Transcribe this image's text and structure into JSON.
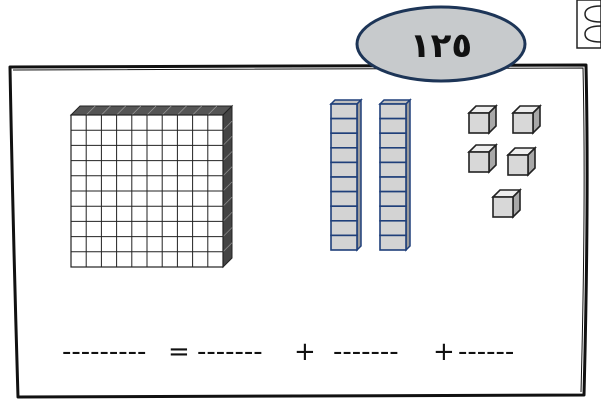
{
  "title_number": "١٢٥",
  "equation": {
    "blank_total": "---------",
    "equals": "=",
    "blank_hundreds": "-------",
    "plus_1": "+",
    "blank_tens": "-------",
    "plus_2": "+",
    "blank_ones": "------"
  },
  "blocks": {
    "hundreds": 1,
    "tens": 2,
    "ones": 5
  },
  "colors": {
    "oval_fill": "#c7cacc",
    "frame_stroke": "#111111",
    "rod_fill": "#d3d3d3",
    "rod_stroke": "#1f3f7a",
    "cube_fill": "#d8d8d8",
    "grid_stroke": "#222222"
  }
}
